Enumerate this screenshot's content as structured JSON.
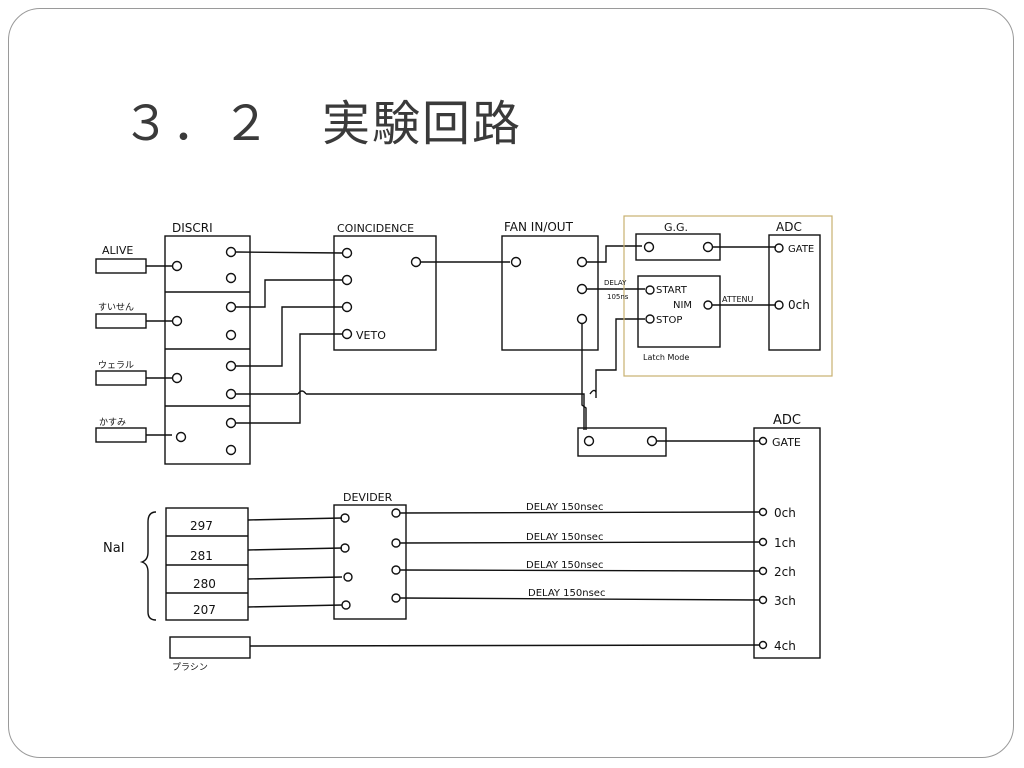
{
  "title": "３．２　実験回路",
  "modules": {
    "discri": "DISCRI",
    "coincidence": "COINCIDENCE",
    "veto": "VETO",
    "fan_in_out": "FAN IN/OUT",
    "gg": "G.G.",
    "adc_top": "ADC",
    "adc_top_gate": "GATE",
    "adc_top_0ch": "0ch",
    "delay_label": "DELAY",
    "delay_value": "105ns",
    "start": "START",
    "nim": "NIM",
    "stop": "STOP",
    "attenu": "ATTENU",
    "latch_mode": "Latch Mode",
    "adc_bottom": "ADC",
    "adc_bottom_gate": "GATE",
    "devider": "DEVIDER",
    "nai": "NaI"
  },
  "detectors": [
    "ALIVE",
    "すいせん",
    "ウェラル",
    "かすみ"
  ],
  "nai_channels": [
    "297",
    "281",
    "280",
    "207"
  ],
  "delays": [
    "DELAY 150nsec",
    "DELAY 150nsec",
    "DELAY 150nsec",
    "DELAY 150nsec"
  ],
  "adc_channels": [
    "0ch",
    "1ch",
    "2ch",
    "3ch",
    "4ch"
  ],
  "extra_detector": "プラシン",
  "colors": {
    "highlight_box": "#c8b070",
    "ink": "#111111",
    "frame": "#9a9a9a"
  }
}
